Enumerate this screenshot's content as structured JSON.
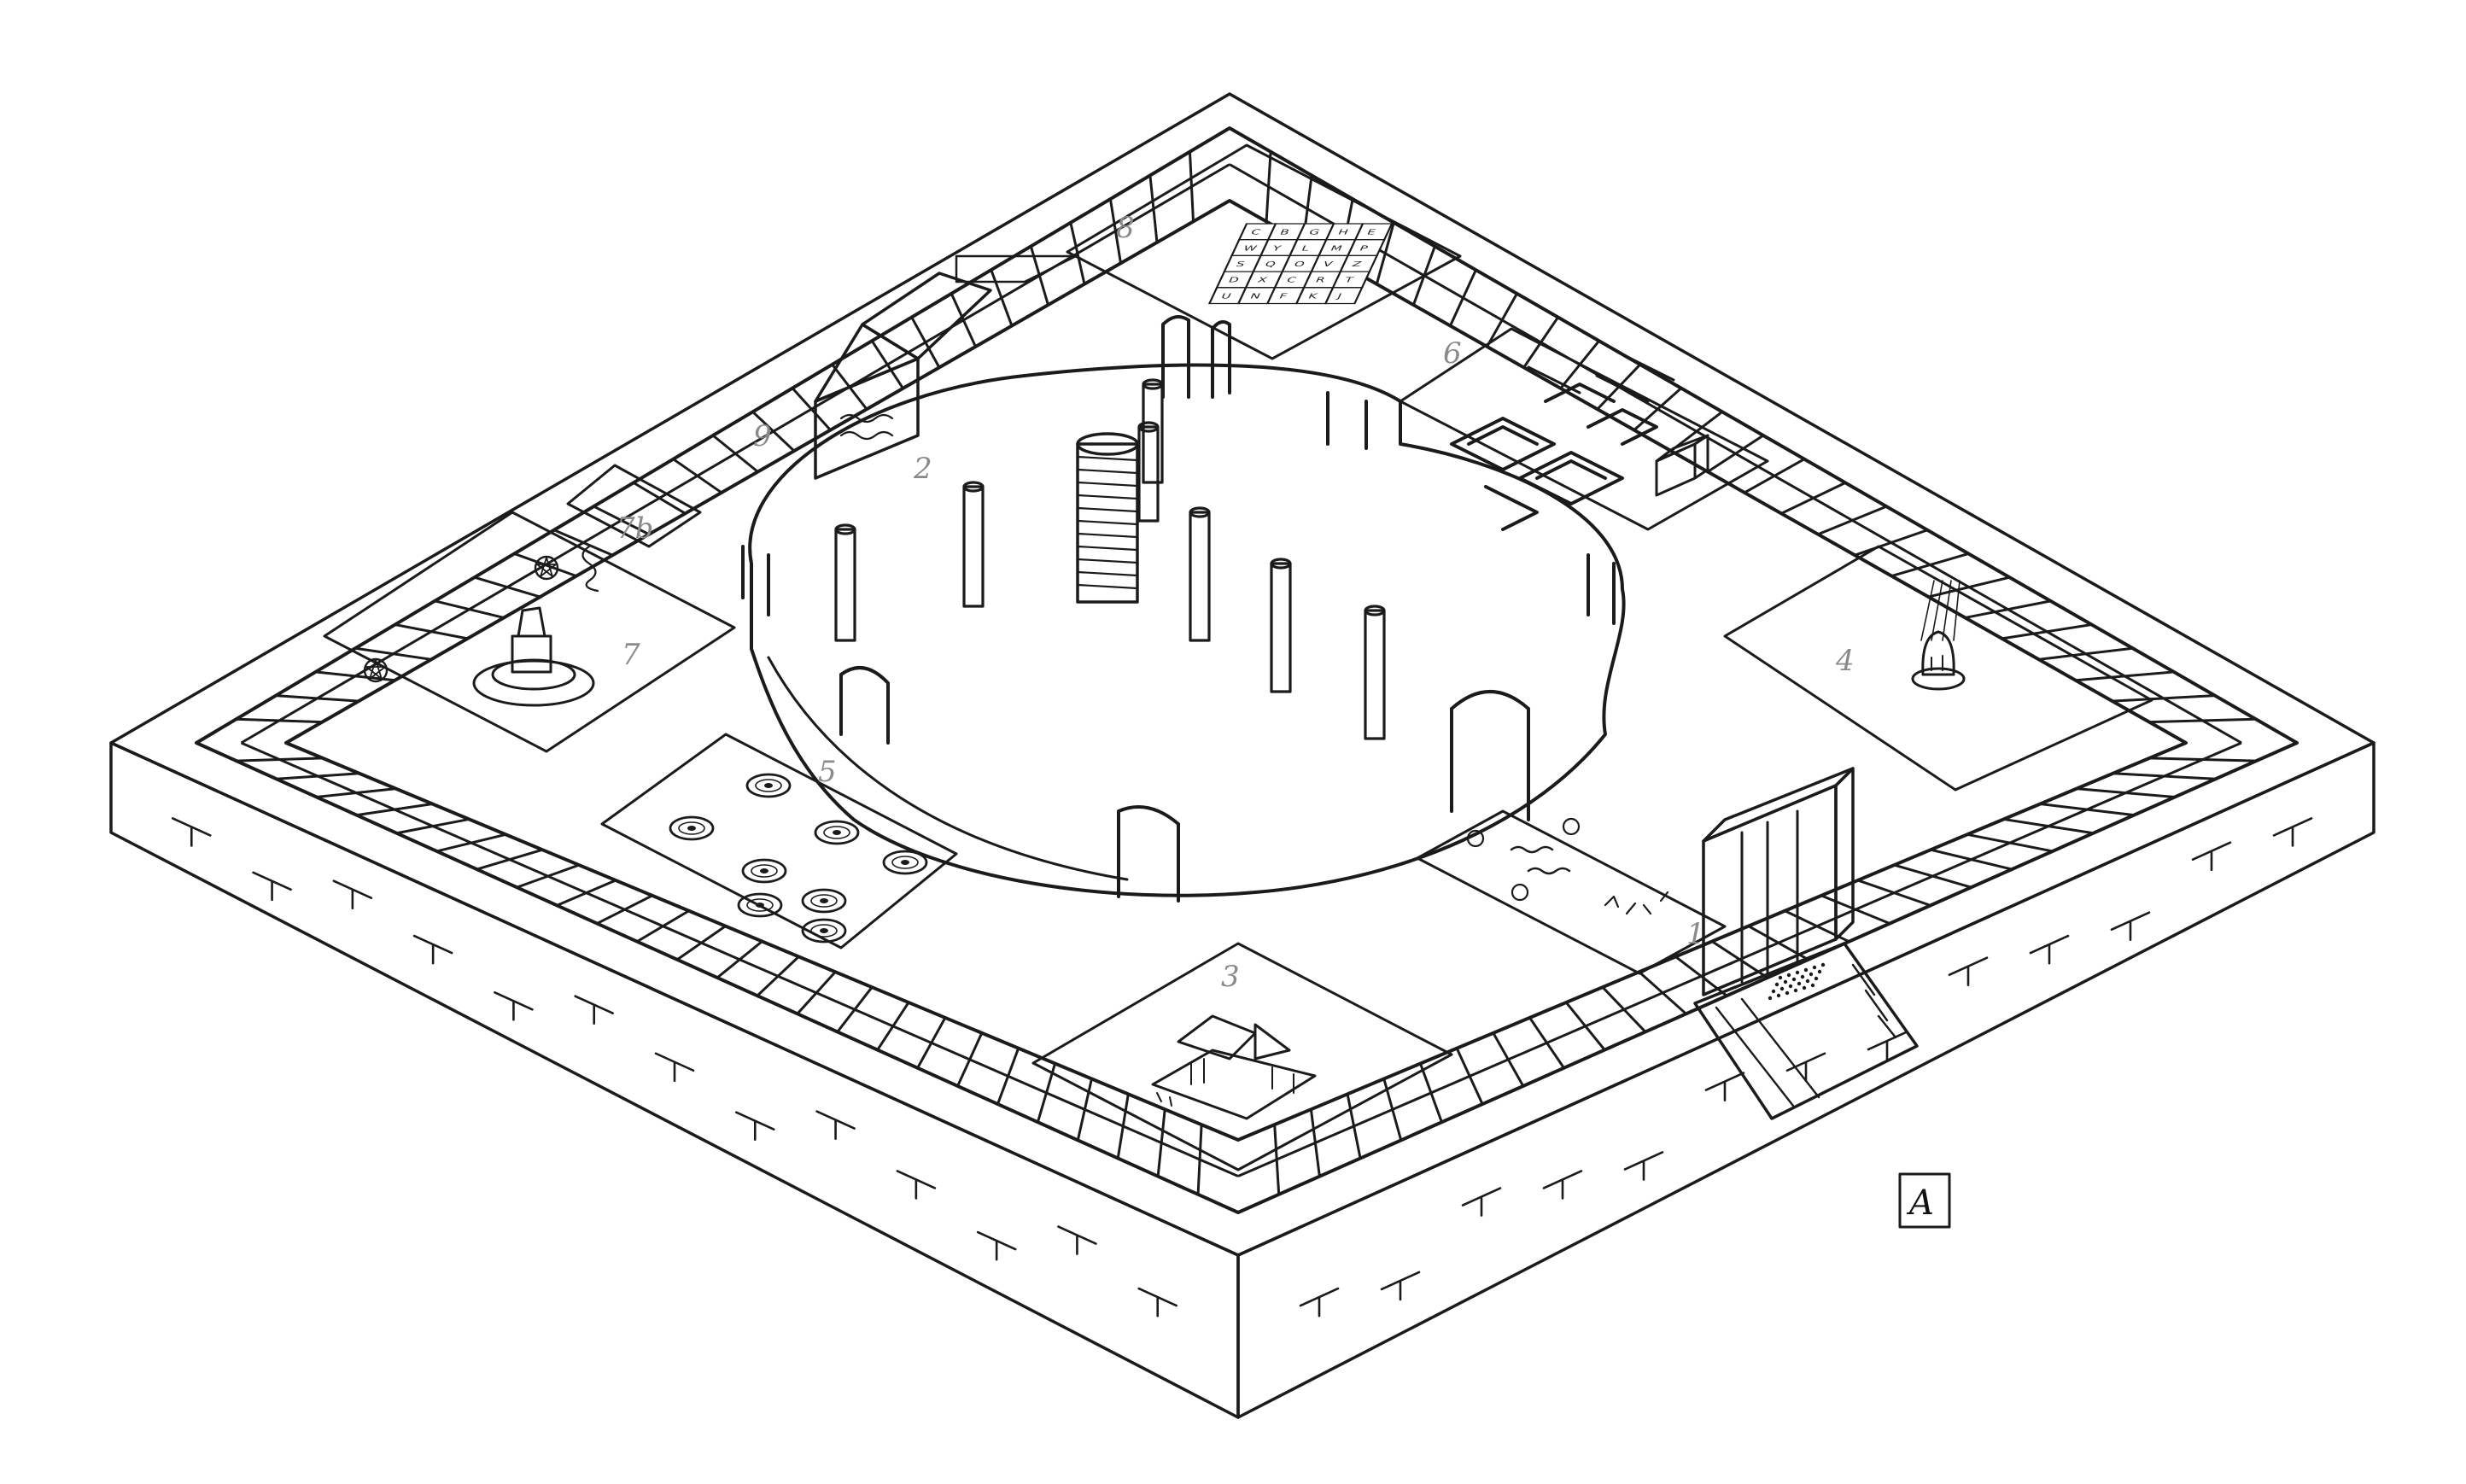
{
  "map": {
    "style": "isometric hand-drawn ink dungeon map",
    "ink_color": "#1b1b1b",
    "label_color": "#8a8a8a",
    "background": "#ffffff"
  },
  "rooms": [
    {
      "id": "1",
      "label": "1",
      "feature": "entrance corridor with glyph floor"
    },
    {
      "id": "2",
      "label": "2",
      "feature": "central pillared hall"
    },
    {
      "id": "3",
      "label": "3",
      "feature": "ruined altar"
    },
    {
      "id": "4",
      "label": "4",
      "feature": "lit statue"
    },
    {
      "id": "5",
      "label": "5",
      "feature": "floor disks"
    },
    {
      "id": "6",
      "label": "6",
      "feature": "maze floor with chest"
    },
    {
      "id": "7",
      "label": "7",
      "feature": "throne on dais"
    },
    {
      "id": "7b",
      "label": "7b",
      "feature": "small alcove"
    },
    {
      "id": "8",
      "label": "8",
      "feature": "letter grid floor"
    },
    {
      "id": "9",
      "label": "9",
      "feature": "stair block"
    }
  ],
  "letter_grid": [
    "C",
    "B",
    "G",
    "H",
    "E",
    "W",
    "Y",
    "L",
    "M",
    "P",
    "S",
    "Q",
    "O",
    "V",
    "Z",
    "D",
    "X",
    "C",
    "R",
    "T",
    "U",
    "N",
    "F",
    "K",
    "J"
  ],
  "signature": {
    "letter": "A",
    "kind": "artist signature"
  }
}
